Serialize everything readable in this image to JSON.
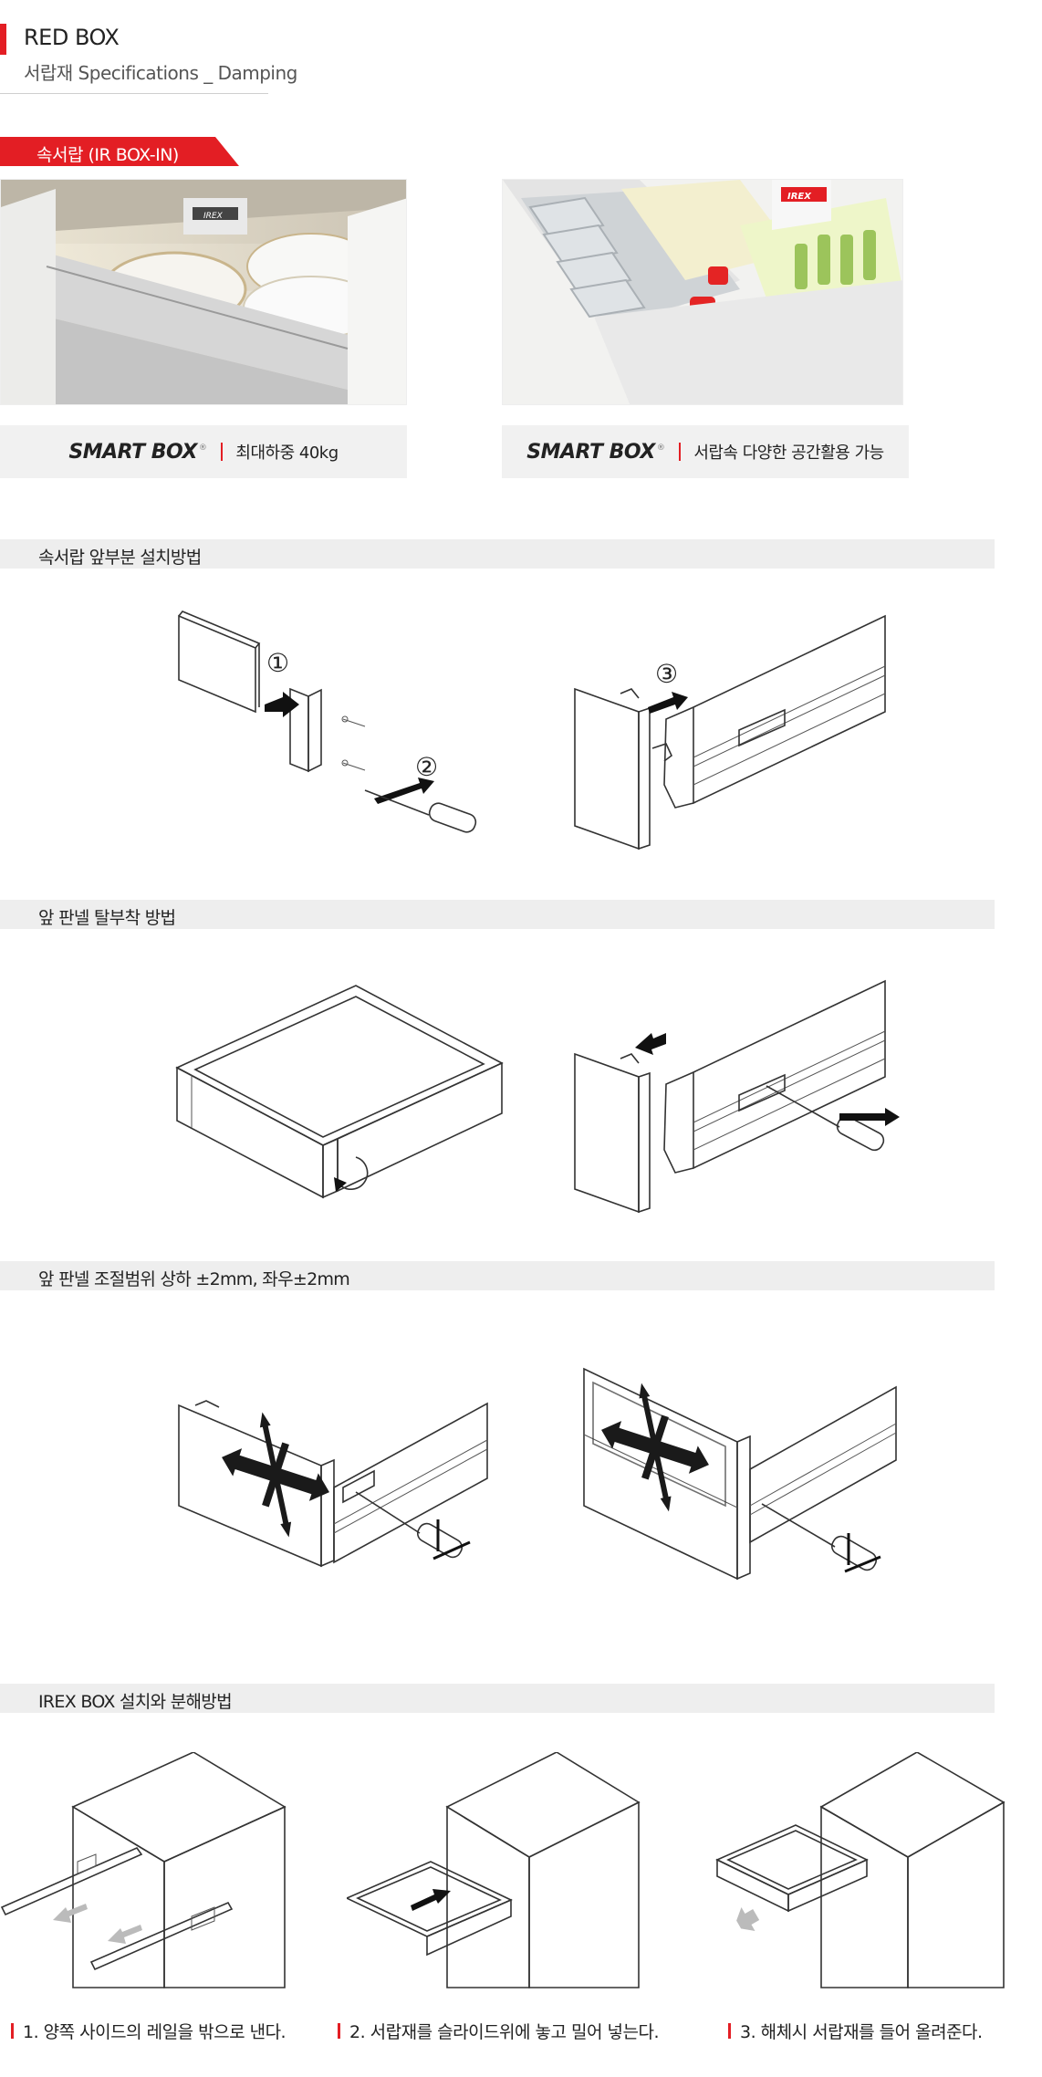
{
  "header": {
    "title": "RED BOX",
    "subtitle": "서랍재 Specifications _ Damping"
  },
  "tab": {
    "label": "속서랍 (IR BOX-IN)"
  },
  "captions": [
    {
      "brand": "SMART BOX",
      "mark": "®",
      "text": "최대하중 40kg"
    },
    {
      "brand": "SMART BOX",
      "mark": "®",
      "text": "서랍속 다양한 공간활용 가능"
    }
  ],
  "photo_label": "IREX",
  "sections": [
    {
      "label": "속서랍 앞부분 설치방법"
    },
    {
      "label": "앞 판넬 탈부착 방법"
    },
    {
      "label": "앞 판넬 조절범위 상하 ±2mm, 좌우±2mm"
    },
    {
      "label": "IREX BOX 설치와 분해방법"
    }
  ],
  "step_markers": [
    "①",
    "②",
    "③"
  ],
  "steps": [
    "1. 양쪽 사이드의 레일을 밖으로 낸다.",
    "2. 서랍재를 슬라이드위에 놓고 밀어 넣는다.",
    "3. 해체시 서랍재를 들어 올려준다."
  ],
  "colors": {
    "accent": "#e31e24",
    "band": "#eeeeee",
    "caption_bg": "#f1f1f1"
  }
}
